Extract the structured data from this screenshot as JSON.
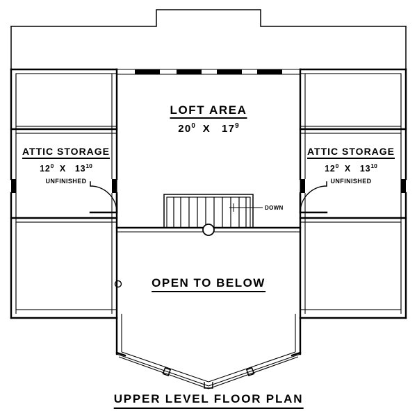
{
  "drawing": {
    "caption": "UPPER LEVEL FLOOR PLAN",
    "line_color": "#000000",
    "background_color": "#ffffff"
  },
  "rooms": {
    "loft": {
      "title": "LOFT  AREA",
      "dim_w": "20",
      "dim_w_sup": "0",
      "times": "X",
      "dim_h": "17",
      "dim_h_sup": "9"
    },
    "attic_left": {
      "title": "ATTIC  STORAGE",
      "dim_w": "12",
      "dim_w_sup": "0",
      "times": "X",
      "dim_h": "13",
      "dim_h_sup": "10",
      "note": "UNFINISHED"
    },
    "attic_right": {
      "title": "ATTIC  STORAGE",
      "dim_w": "12",
      "dim_w_sup": "0",
      "times": "X",
      "dim_h": "13",
      "dim_h_sup": "10",
      "note": "UNFINISHED"
    },
    "open_below": {
      "title": "OPEN  TO  BELOW"
    }
  },
  "annotations": {
    "stair_direction": "DOWN"
  },
  "icons": {
    "stair": "staircase-icon",
    "newel": "newel-post-icon",
    "door_left": "swing-door-icon",
    "door_right": "swing-door-icon",
    "down_arrow": "down-arrow-icon"
  }
}
